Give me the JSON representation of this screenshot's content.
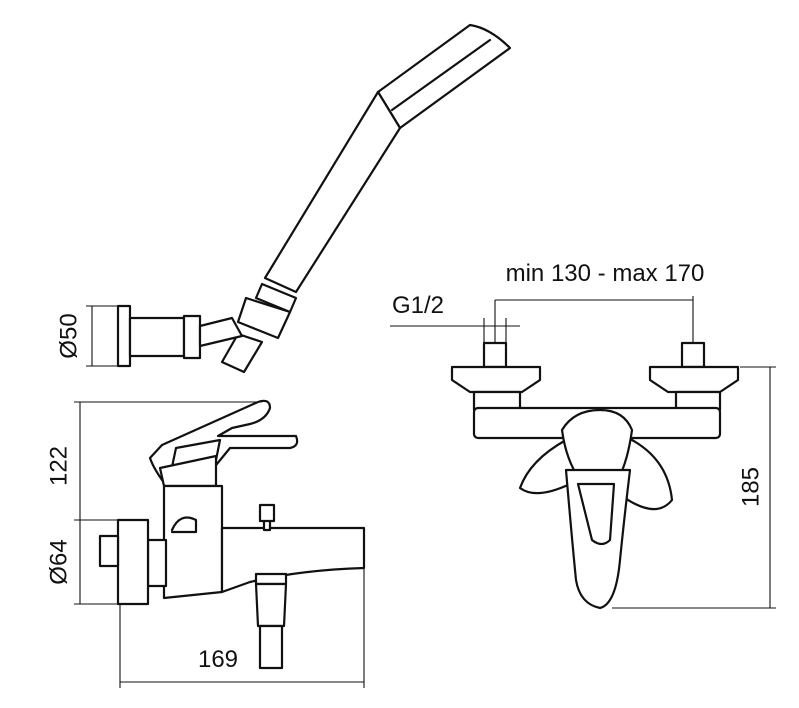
{
  "dimensions": {
    "hand_shower_holder_diameter": "Ø50",
    "spout_height": "122",
    "body_diameter": "Ø64",
    "projection_length": "169",
    "thread_size": "G1/2",
    "centre_distance": "min 130 - max 170",
    "overall_height": "185"
  }
}
